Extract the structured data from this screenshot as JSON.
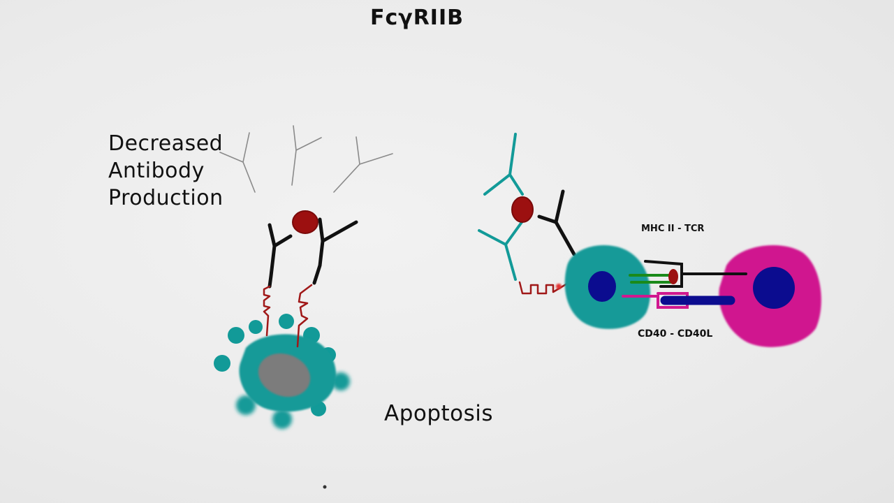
{
  "title": "FcγRIIB",
  "left_outcome": {
    "line1": "Decreased",
    "line2": "Antibody",
    "line3": "Production"
  },
  "apoptosis_label": "Apoptosis",
  "interactions": {
    "mhc_tcr": "MHC II - TCR",
    "cd40_cd40l": "CD40 - CD40L"
  },
  "colors": {
    "b_cell": "#129a98",
    "t_cell": "#d0188f",
    "nucleus": "#0b0c8f",
    "antigen": "#9c1010",
    "receptor": "#111111",
    "fcgr": "#a01818",
    "mhc": "#1a8a1a",
    "cd40": "#d0188f",
    "apoptotic_nucleus": "#7b7b7b"
  }
}
